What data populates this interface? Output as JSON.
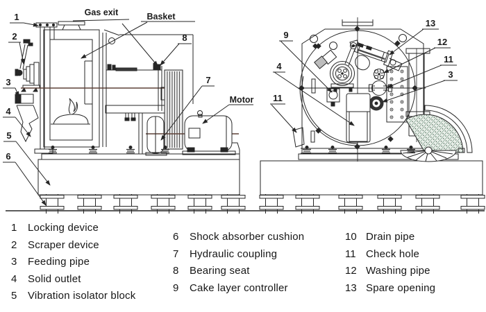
{
  "figure": {
    "labels": {
      "gas_exit": "Gas exit",
      "basket": "Basket",
      "motor": "Motor"
    },
    "callout_markers": [
      {
        "text": "1"
      },
      {
        "text": "2"
      },
      {
        "text": "3"
      },
      {
        "text": "4"
      },
      {
        "text": "5"
      },
      {
        "text": "6"
      },
      {
        "text": "7"
      },
      {
        "text": "8"
      },
      {
        "text": "9"
      },
      {
        "text": "4"
      },
      {
        "text": "11"
      },
      {
        "text": "13"
      },
      {
        "text": "12"
      },
      {
        "text": "11"
      },
      {
        "text": "3"
      }
    ],
    "line_color": "#262626",
    "shaft_line_color": "#5d4037",
    "fan_hatch_color": "#6f937e"
  },
  "legend": {
    "col1": [
      {
        "num": "1",
        "label": "Locking device"
      },
      {
        "num": "2",
        "label": "Scraper device"
      },
      {
        "num": "3",
        "label": "Feeding pipe"
      },
      {
        "num": "4",
        "label": "Solid outlet"
      },
      {
        "num": "5",
        "label": "Vibration isolator block"
      }
    ],
    "col2": [
      {
        "num": "6",
        "label": "Shock absorber cushion"
      },
      {
        "num": "7",
        "label": "Hydraulic coupling"
      },
      {
        "num": "8",
        "label": "Bearing seat"
      },
      {
        "num": "9",
        "label": "Cake layer controller"
      }
    ],
    "col3": [
      {
        "num": "10",
        "label": "Drain pipe"
      },
      {
        "num": "11",
        "label": "Check hole"
      },
      {
        "num": "12",
        "label": "Washing pipe"
      },
      {
        "num": "13",
        "label": "Spare opening"
      }
    ]
  }
}
